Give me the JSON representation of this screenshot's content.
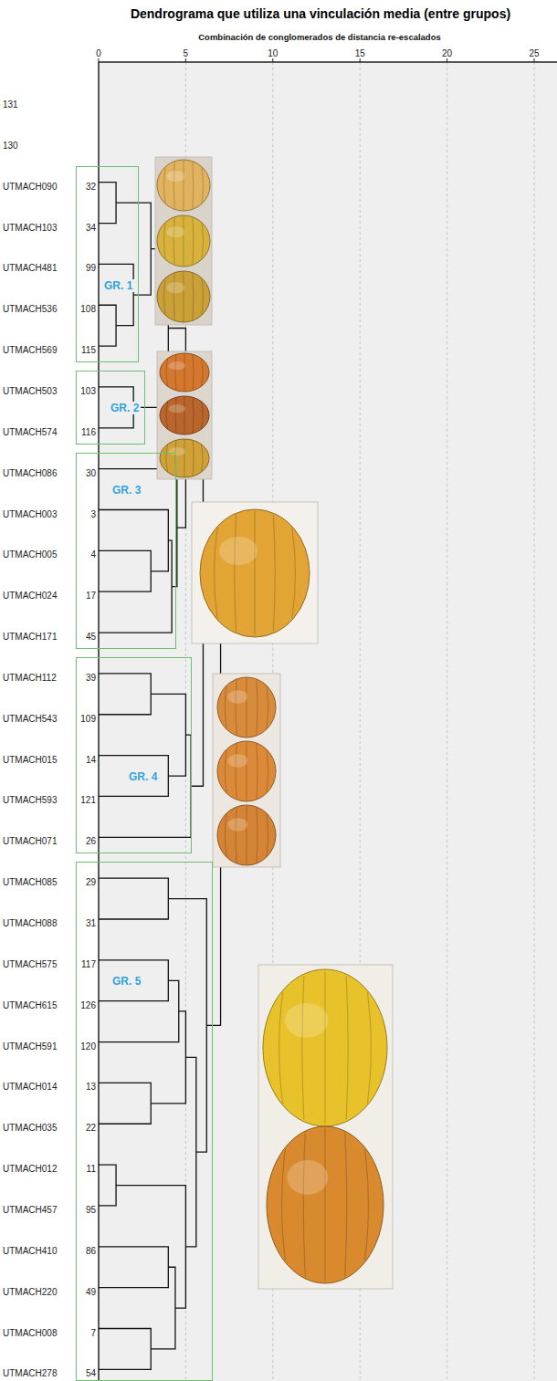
{
  "diagram": {
    "title": "Dendrograma que utiliza una vinculación media (entre grupos)",
    "nodes": [
      {
        "text": [
          "GR. 1"
        ]
      },
      {
        "text": [
          "GR. 2"
        ]
      },
      {
        "text": [
          "GR. 3"
        ]
      },
      {
        "text": [
          "GR. 4"
        ]
      },
      {
        "text": [
          "GR. 5"
        ]
      }
    ],
    "labels": [
      "Combinación de conglomerados de distancia re-escalados",
      "0",
      "5",
      "10",
      "15",
      "20",
      "25",
      "131",
      "130",
      "UTMACH090",
      "32",
      "UTMACH103",
      "34",
      "UTMACH481",
      "99",
      "UTMACH536",
      "108",
      "UTMACH569",
      "115",
      "UTMACH503",
      "103",
      "UTMACH574",
      "116",
      "UTMACH086",
      "30",
      "UTMACH003",
      "3",
      "UTMACH005",
      "4",
      "UTMACH024",
      "17",
      "UTMACH171",
      "45",
      "UTMACH112",
      "39",
      "UTMACH543",
      "109",
      "UTMACH015",
      "14",
      "UTMACH593",
      "121",
      "UTMACH071",
      "26",
      "UTMACH085",
      "29",
      "UTMACH088",
      "31",
      "UTMACH575",
      "117",
      "UTMACH615",
      "126",
      "UTMACH591",
      "120",
      "UTMACH014",
      "13",
      "UTMACH035",
      "22",
      "UTMACH012",
      "11",
      "UTMACH457",
      "95",
      "UTMACH410",
      "86",
      "UTMACH220",
      "49",
      "UTMACH008",
      "7",
      "UTMACH278",
      "54"
    ]
  }
}
